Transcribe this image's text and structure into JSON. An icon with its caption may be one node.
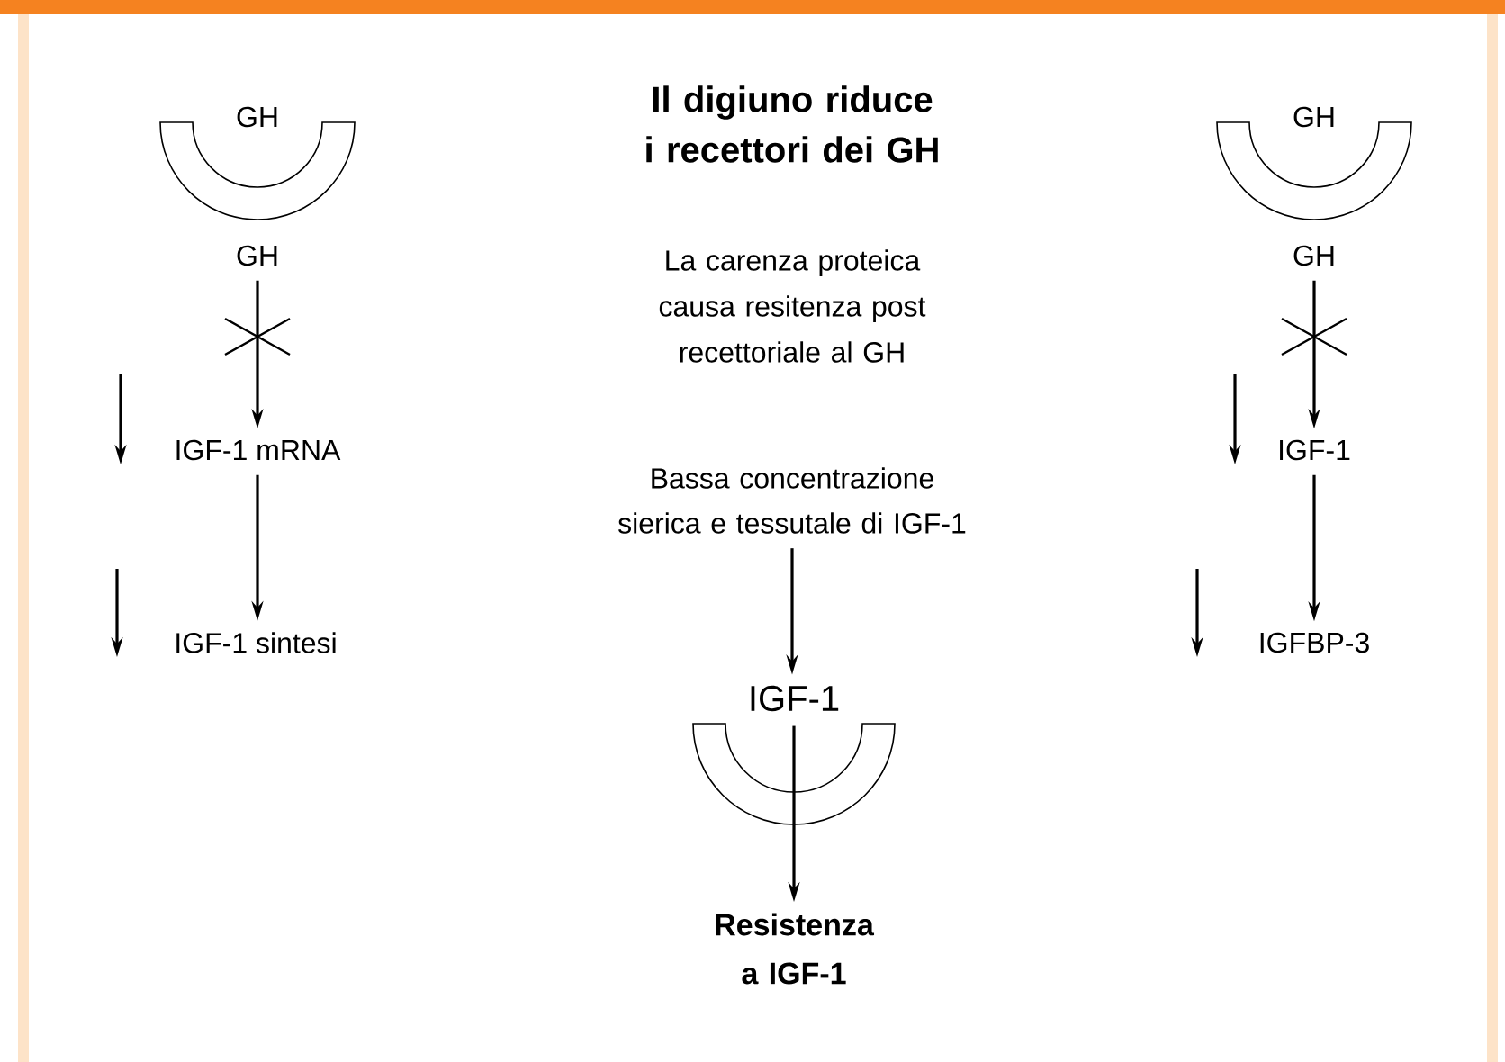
{
  "diagram": {
    "title": "Il digiuno riduce i recettori dei GH",
    "nodes": [
      {
        "text": [
          "GH"
        ]
      },
      {
        "text": [
          "GH"
        ]
      },
      {
        "text": [
          "IGF-1 mRNA"
        ]
      },
      {
        "text": [
          "IGF-1 sintesi"
        ]
      },
      {
        "text": [
          "Bassa concentrazione sierica e tessutale di IGF-1"
        ]
      },
      {
        "text": [
          "IGF-1"
        ]
      },
      {
        "text": [
          "Resistenza a IGF-1"
        ]
      },
      {
        "text": [
          "GH"
        ]
      },
      {
        "text": [
          "GH"
        ]
      },
      {
        "text": [
          "IGF-1"
        ]
      },
      {
        "text": [
          "IGFBP-3"
        ]
      }
    ],
    "edges": [
      {
        "from": 1,
        "to": 2,
        "arrow": "to"
      },
      {
        "from": 2,
        "to": 3,
        "arrow": "to"
      },
      {
        "from": 4,
        "to": 5,
        "arrow": "to"
      },
      {
        "from": 5,
        "to": 6,
        "arrow": "to"
      },
      {
        "from": 8,
        "to": 9,
        "arrow": "to"
      },
      {
        "from": 9,
        "to": 10,
        "arrow": "to"
      }
    ],
    "labels": [
      "La carenza proteica causa resitenza post recettoriale al GH"
    ]
  }
}
